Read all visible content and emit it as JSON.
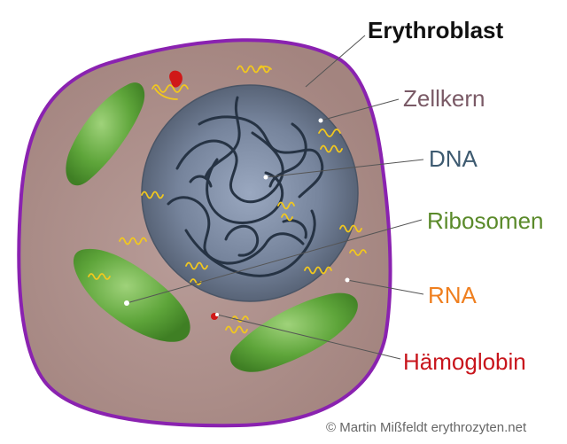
{
  "title": "Erythroblast",
  "labels": {
    "nucleus": "Zellkern",
    "dna": "DNA",
    "ribosomes": "Ribosomen",
    "rna": "RNA",
    "hemoglobin": "Hämoglobin"
  },
  "copyright": "© Martin Mißfeldt erythrozyten.net",
  "colors": {
    "membrane": "#8a22b0",
    "cytoplasm": "#a88a88",
    "nucleus": "#6c7a92",
    "organelle": "#5a9a34",
    "rna": "#f2c81e",
    "hemoglobin": "#d01818",
    "label_nucleus": "#7a5a66",
    "label_dna": "#3d5a70",
    "label_ribosomes": "#5a8a2a",
    "label_rna": "#ef7f1f",
    "label_hemoglobin": "#c8151c"
  }
}
